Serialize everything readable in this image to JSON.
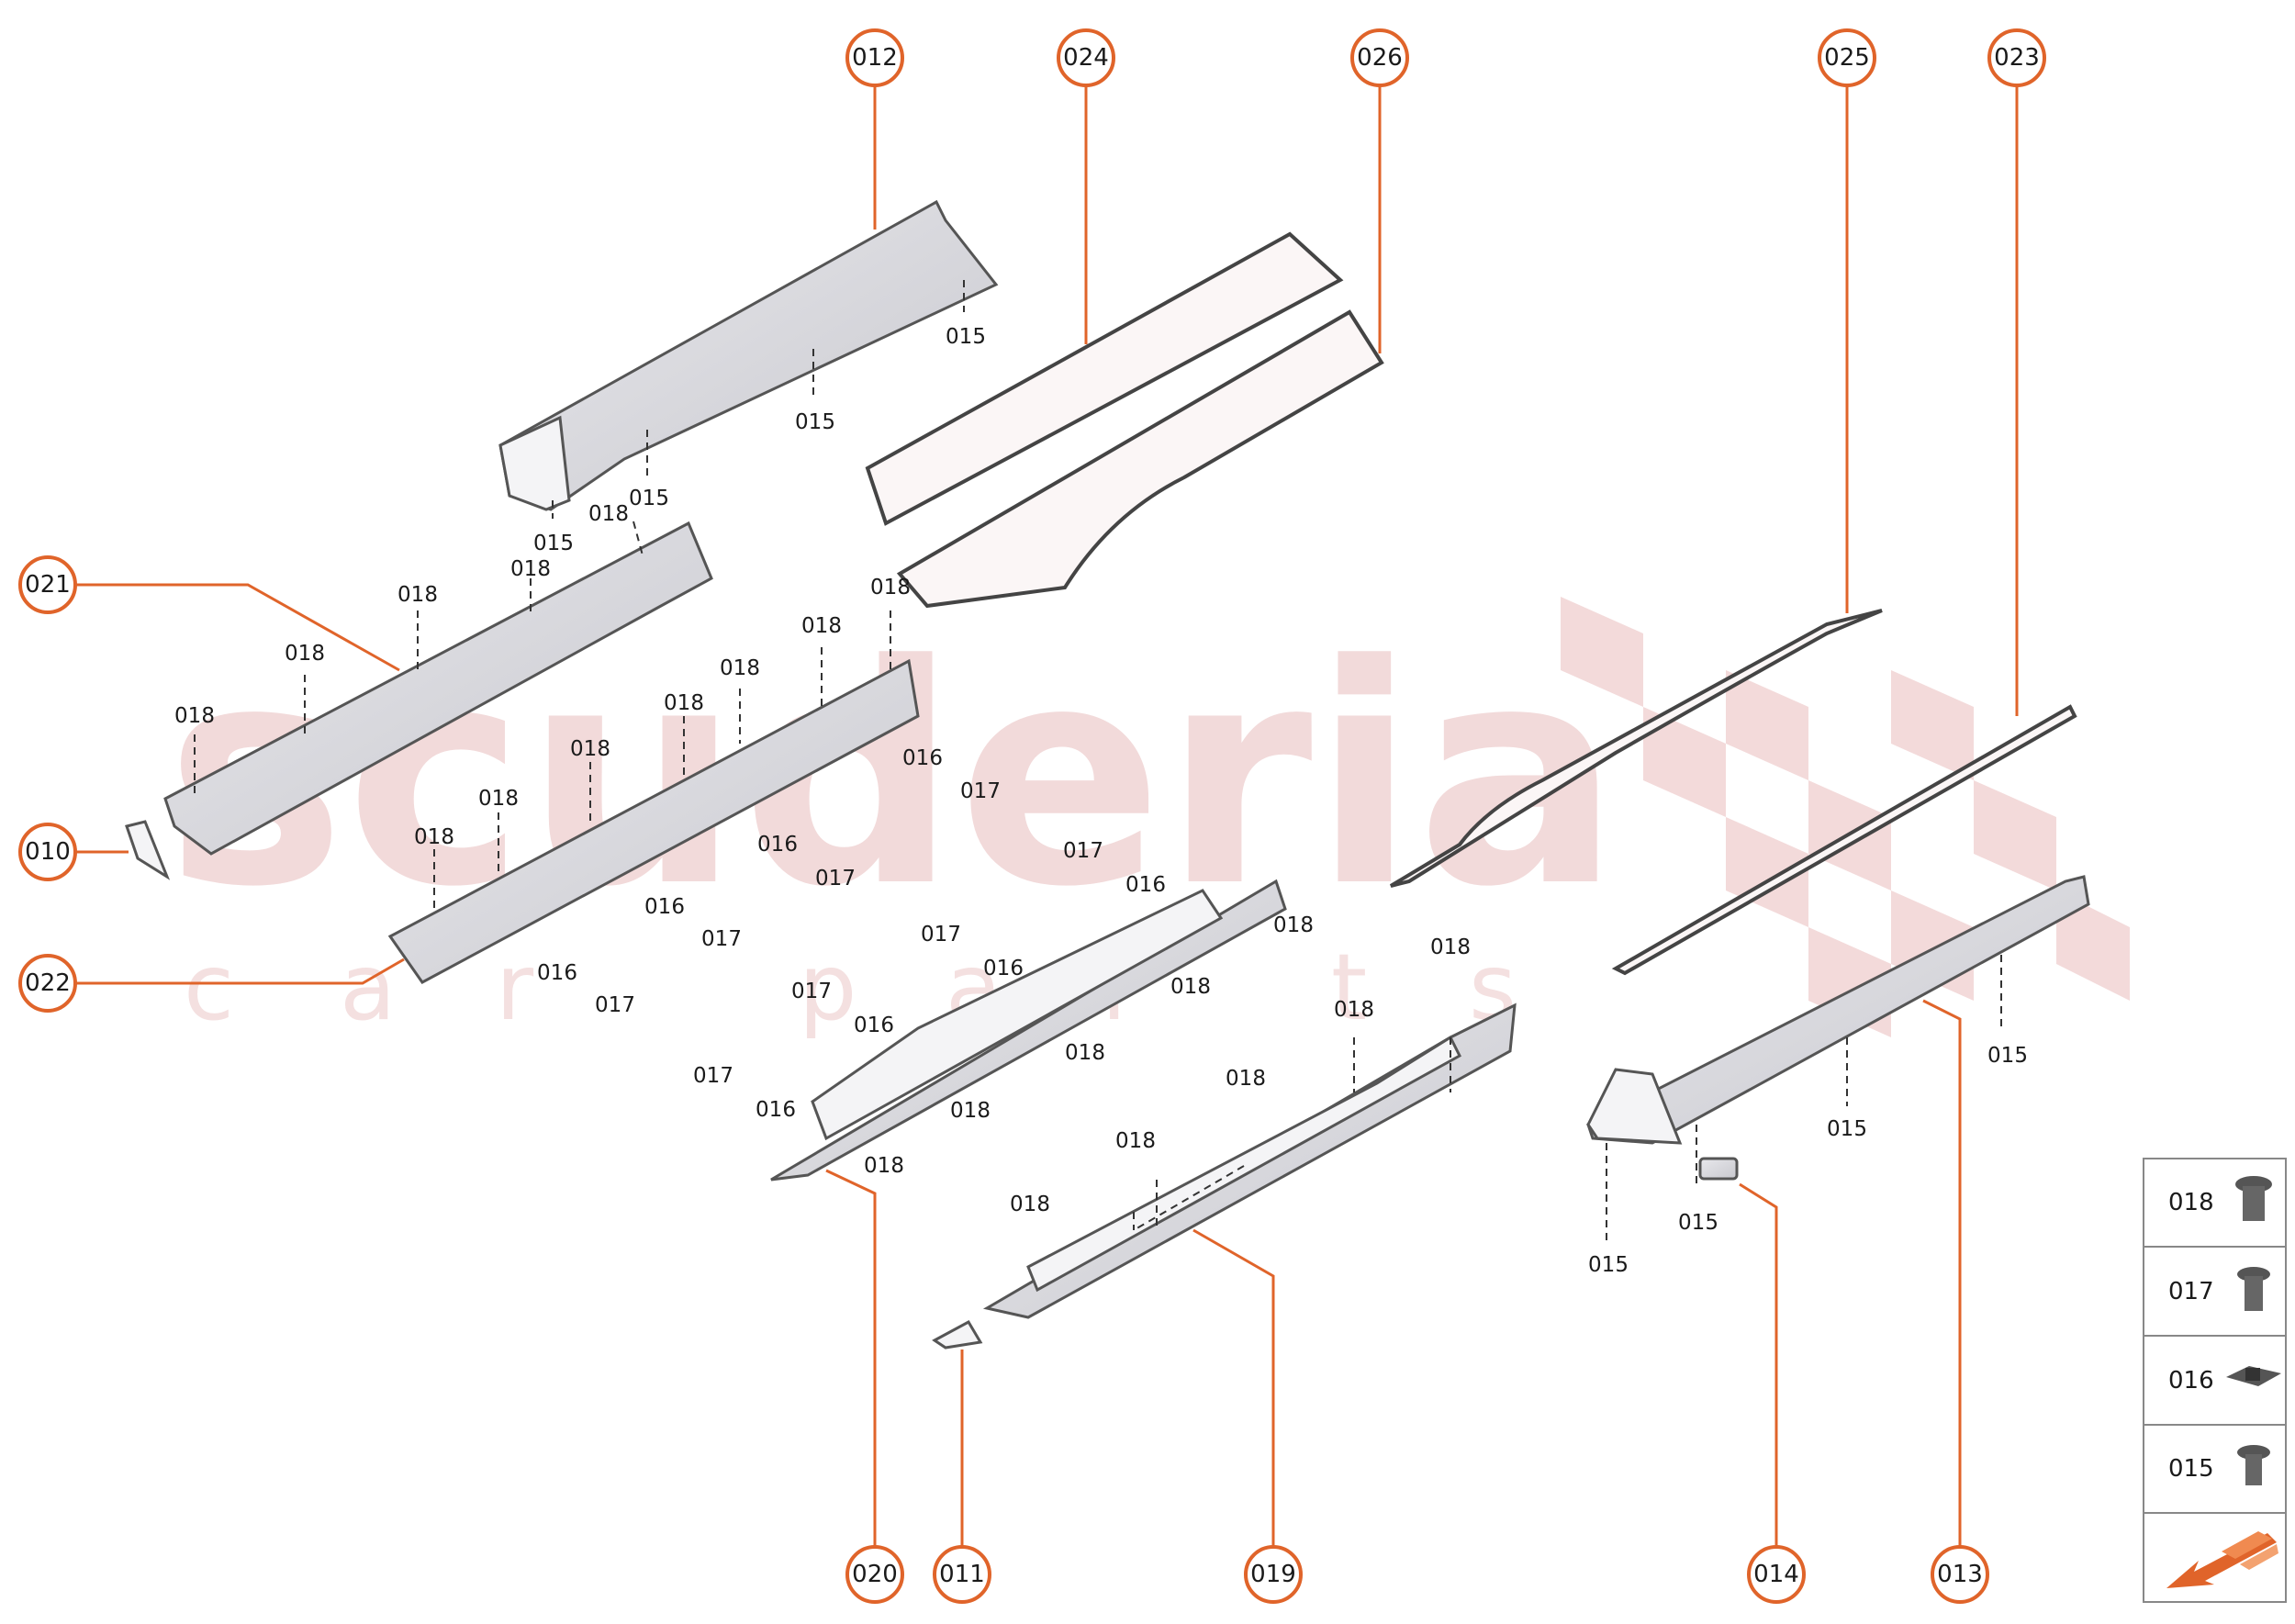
{
  "watermark": {
    "brand": "scuderia",
    "sub": [
      "c",
      "a",
      "r",
      "p",
      "a",
      "r",
      "t",
      "s"
    ]
  },
  "callouts": [
    {
      "id": "c012",
      "label": "012"
    },
    {
      "id": "c024",
      "label": "024"
    },
    {
      "id": "c026",
      "label": "026"
    },
    {
      "id": "c025",
      "label": "025"
    },
    {
      "id": "c023",
      "label": "023"
    },
    {
      "id": "c021",
      "label": "021"
    },
    {
      "id": "c010",
      "label": "010"
    },
    {
      "id": "c022",
      "label": "022"
    },
    {
      "id": "c020",
      "label": "020"
    },
    {
      "id": "c011",
      "label": "011"
    },
    {
      "id": "c019",
      "label": "019"
    },
    {
      "id": "c014",
      "label": "014"
    },
    {
      "id": "c013",
      "label": "013"
    }
  ],
  "sublabels": [
    "015",
    "015",
    "015",
    "015",
    "018",
    "018",
    "018",
    "018",
    "018",
    "018",
    "018",
    "018",
    "018",
    "018",
    "018",
    "018",
    "016",
    "017",
    "016",
    "017",
    "016",
    "017",
    "016",
    "017",
    "017",
    "016",
    "018",
    "017",
    "016",
    "018",
    "017",
    "016",
    "018",
    "017",
    "016",
    "018",
    "018",
    "018",
    "018",
    "018",
    "018",
    "018",
    "015",
    "015",
    "015",
    "015"
  ],
  "legend": {
    "items": [
      {
        "code": "018",
        "icon": "screw-icon"
      },
      {
        "code": "017",
        "icon": "screw-icon"
      },
      {
        "code": "016",
        "icon": "clip-nut-icon"
      },
      {
        "code": "015",
        "icon": "screw-icon"
      }
    ],
    "nav_icon": "orientation-arrow-icon",
    "accent": "#e0642a"
  }
}
